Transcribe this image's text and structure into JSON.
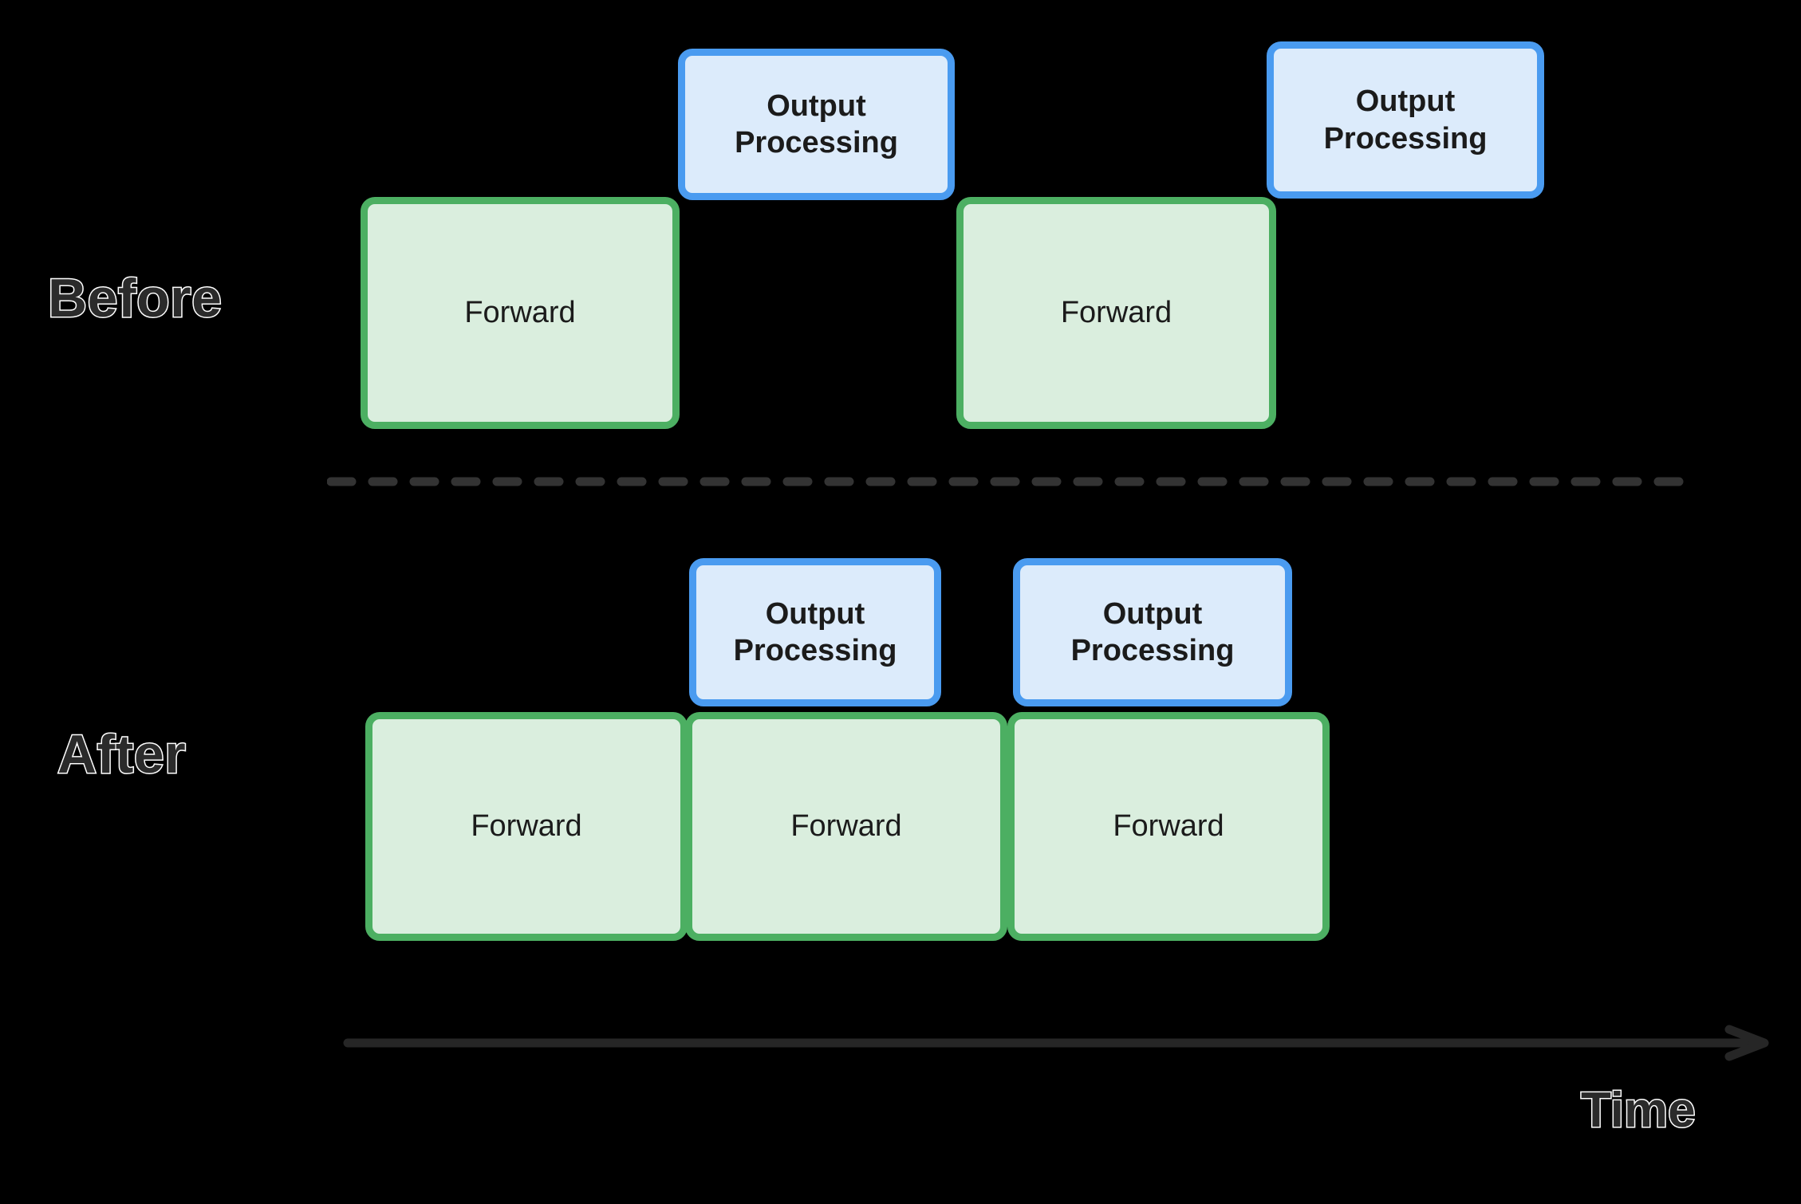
{
  "diagram": {
    "title_absent": true,
    "background_color": "#000000",
    "colors": {
      "forward_fill": "#daeede",
      "forward_border": "#4caf62",
      "output_fill": "#dcebfb",
      "output_border": "#4a9bf0",
      "label_fill": "#2b2b2b",
      "label_stroke": "#ffffff",
      "divider": "#333333",
      "axis": "#262626"
    },
    "rows": [
      {
        "id": "before",
        "label": "Before",
        "blocks": [
          {
            "id": "fwd-b1",
            "type": "forward",
            "label": "Forward"
          },
          {
            "id": "out-b1",
            "type": "output",
            "label_line1": "Output",
            "label_line2": "Processing"
          },
          {
            "id": "fwd-b2",
            "type": "forward",
            "label": "Forward"
          },
          {
            "id": "out-b2",
            "type": "output",
            "label_line1": "Output",
            "label_line2": "Processing"
          }
        ]
      },
      {
        "id": "after",
        "label": "After",
        "blocks": [
          {
            "id": "fwd-a1",
            "type": "forward",
            "label": "Forward"
          },
          {
            "id": "fwd-a2",
            "type": "forward",
            "label": "Forward"
          },
          {
            "id": "fwd-a3",
            "type": "forward",
            "label": "Forward"
          },
          {
            "id": "out-a1",
            "type": "output",
            "label_line1": "Output",
            "label_line2": "Processing"
          },
          {
            "id": "out-a2",
            "type": "output",
            "label_line1": "Output",
            "label_line2": "Processing"
          }
        ]
      }
    ],
    "axis": {
      "label": "Time",
      "direction": "right"
    },
    "divider": {
      "style": "dashed"
    }
  }
}
